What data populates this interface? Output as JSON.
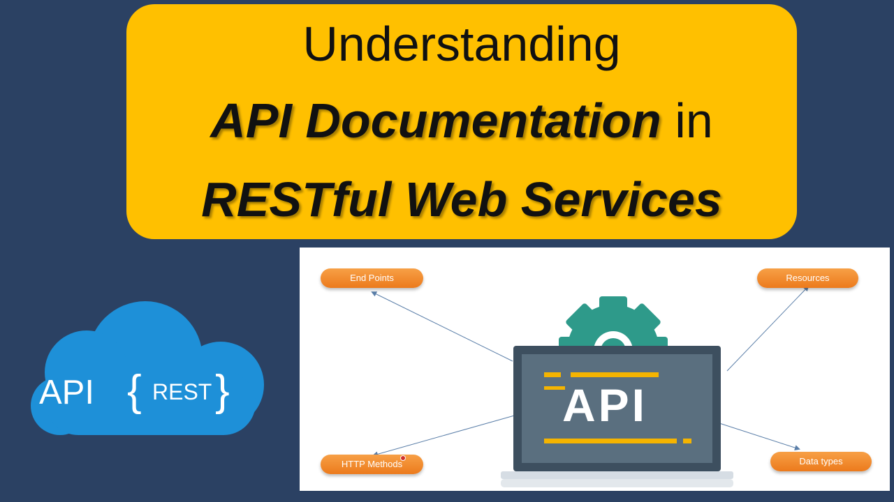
{
  "title": {
    "line1": "Understanding",
    "line2_emphasis": "API Documentation",
    "line2_rest": " in",
    "line3": "RESTful Web Services"
  },
  "logo": {
    "api": "API",
    "rest": "REST",
    "brace_open": "{",
    "brace_close": "}"
  },
  "diagram": {
    "center_label": "API",
    "nodes": {
      "end_points": "End Points",
      "resources": "Resources",
      "http_methods": "HTTP Methods",
      "data_types": "Data types"
    }
  },
  "colors": {
    "background": "#2b4163",
    "title_box": "#ffc000",
    "cloud": "#1e90d8",
    "pill": "#ef8429",
    "gear": "#2e9a8a",
    "laptop_screen": "#5a6f7f",
    "accent_bars": "#f5b400"
  }
}
